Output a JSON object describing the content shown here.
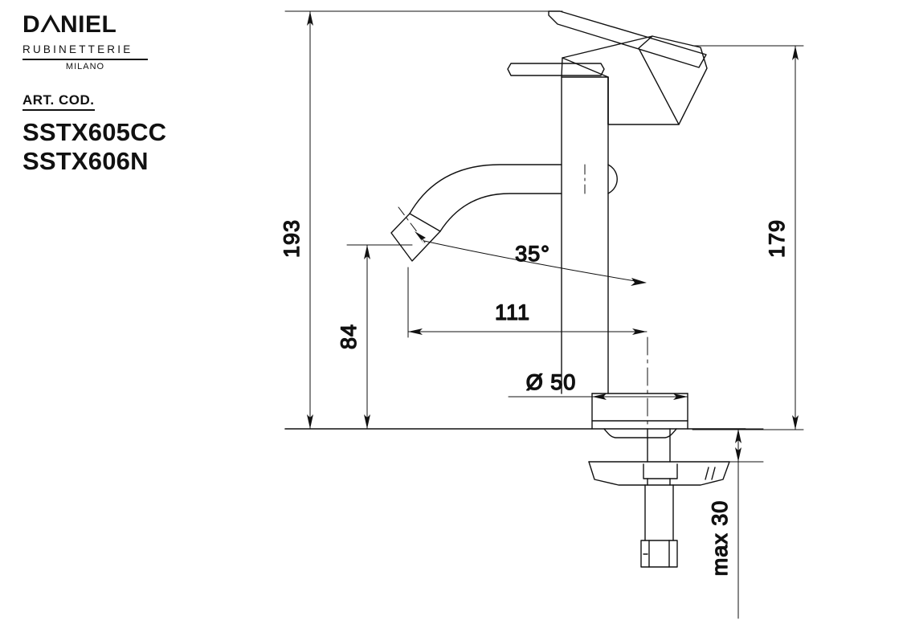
{
  "title_block": {
    "brand_name": "DANIEL",
    "brand_sub": "RUBINETTERIE",
    "brand_city": "MILANO",
    "art_cod_label": "ART. COD.",
    "art_codes": [
      "SSTX605CC",
      "SSTX606N"
    ]
  },
  "drawing": {
    "product": "single-lever basin mixer",
    "line_color": "#111111",
    "background_color": "#ffffff",
    "dimensions": {
      "overall_height": "193",
      "body_height": "179",
      "spout_height": "84",
      "spout_reach": "111",
      "base_diameter": "Ø 50",
      "aerator_angle": "35°",
      "max_thickness": "max 30"
    }
  }
}
